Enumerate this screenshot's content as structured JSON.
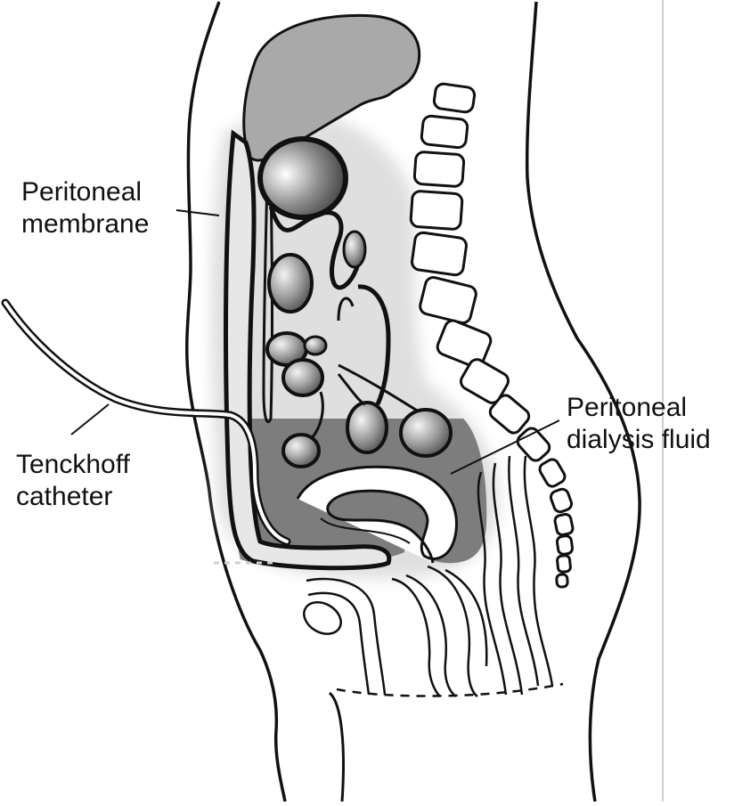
{
  "labels": {
    "peritoneal_membrane": {
      "line1": "Peritoneal",
      "line2": "membrane"
    },
    "tenckhoff_catheter": {
      "line1": "Tenckhoff",
      "line2": "catheter"
    },
    "peritoneal_dialysis_fluid": {
      "line1": "Peritoneal",
      "line2": "dialysis fluid"
    }
  },
  "colors": {
    "background": "#ffffff",
    "outline": "#111111",
    "membrane_halo": "#d9d9d9",
    "liver_fill": "#a9a9a9",
    "fluid_fill": "#7d7d7d",
    "organ_fill": "#8a8a8a"
  }
}
